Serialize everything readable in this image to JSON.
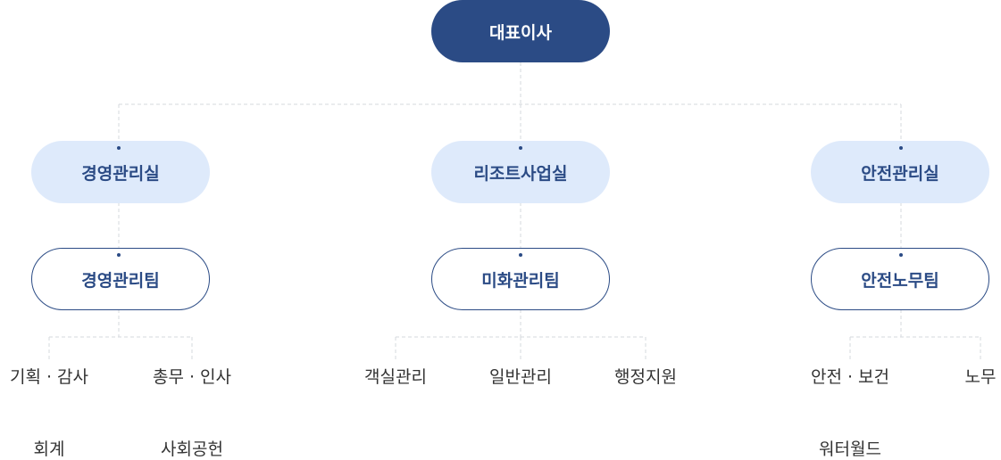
{
  "ceo": {
    "label": "대표이사"
  },
  "departments": [
    {
      "label": "경영관리실",
      "team": "경영관리팀",
      "duties": [
        "기획 · 감사",
        "총무 · 인사",
        "회계",
        "사회공헌"
      ]
    },
    {
      "label": "리조트사업실",
      "team": "미화관리팀",
      "duties": [
        "객실관리",
        "일반관리",
        "행정지원"
      ]
    },
    {
      "label": "안전관리실",
      "team": "안전노무팀",
      "duties": [
        "안전 · 보건",
        "노무",
        "워터월드"
      ]
    }
  ],
  "colors": {
    "primary": "#2b4b85",
    "dept_fill": "#deeafb",
    "connector": "#d6d9de",
    "text": "#333333"
  }
}
